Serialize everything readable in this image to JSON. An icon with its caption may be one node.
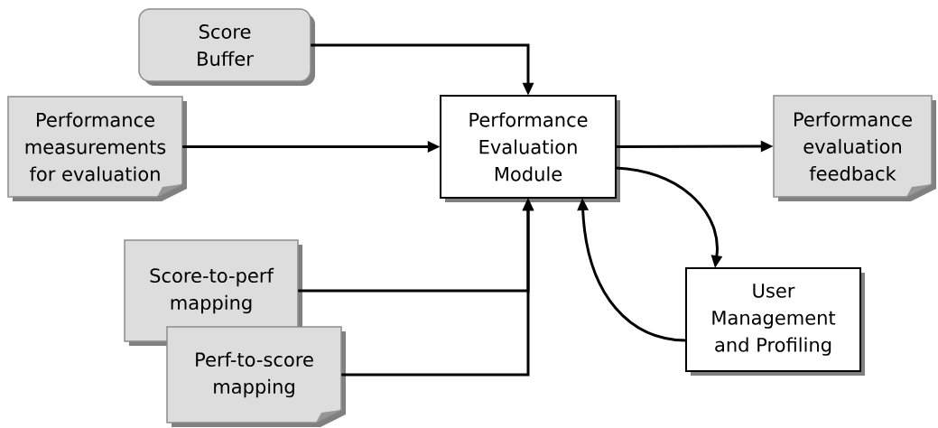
{
  "diagram": {
    "nodes": [
      {
        "text": [
          "Score Buffer"
        ]
      },
      {
        "text": [
          "Performance measurements for evaluation"
        ]
      },
      {
        "text": [
          "Performance Evaluation Module"
        ]
      },
      {
        "text": [
          "Performance evaluation feedback"
        ]
      },
      {
        "text": [
          "Score-to-perf mapping"
        ]
      },
      {
        "text": [
          "Perf-to-score mapping"
        ]
      },
      {
        "text": [
          "User Management and Profiling"
        ]
      }
    ],
    "edges": [
      {
        "from": 0,
        "to": 2,
        "arrow": "to"
      },
      {
        "from": 1,
        "to": 2,
        "arrow": "to"
      },
      {
        "from": 2,
        "to": 3,
        "arrow": "to"
      },
      {
        "from": 2,
        "to": 6,
        "arrow": "to"
      },
      {
        "from": 6,
        "to": 2,
        "arrow": "to"
      },
      {
        "from": 4,
        "to": 2,
        "arrow": "to"
      },
      {
        "from": 5,
        "to": 2,
        "arrow": "to"
      }
    ]
  }
}
